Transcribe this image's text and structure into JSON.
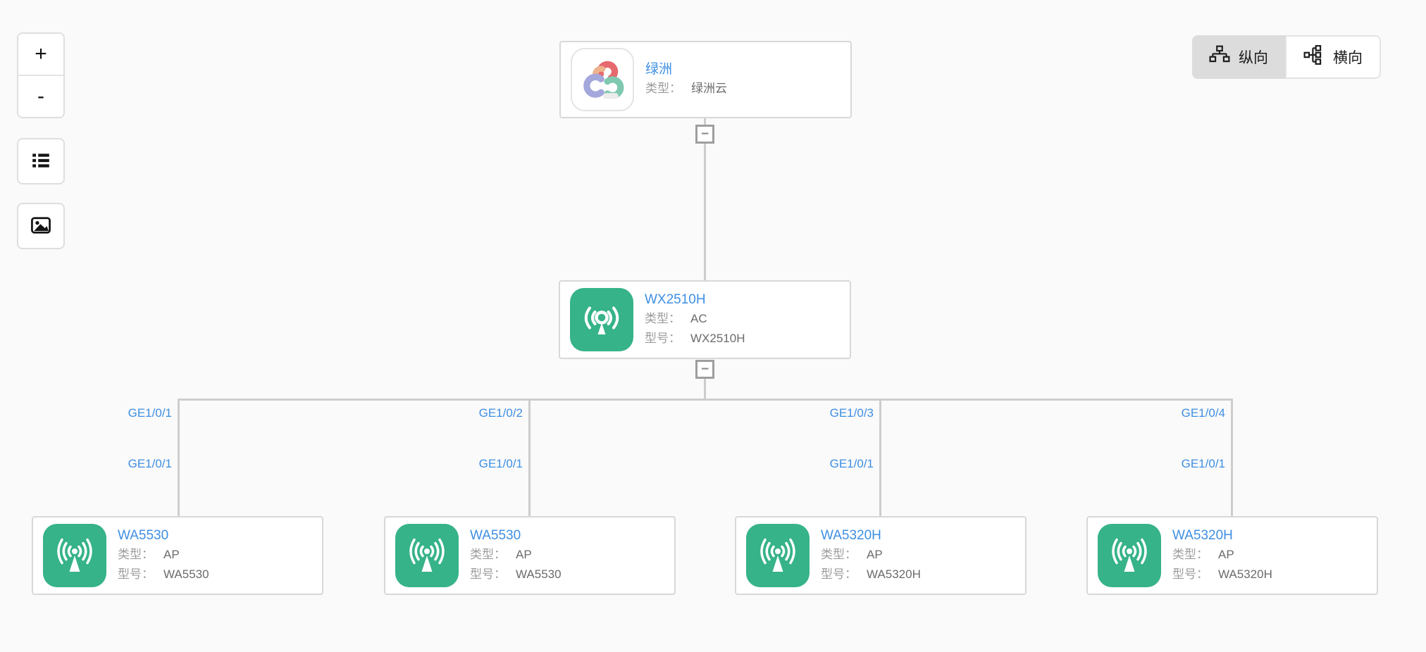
{
  "toolbar": {
    "zoom_in_label": "+",
    "zoom_out_label": "-",
    "list_button_icon": "list-icon",
    "image_button_icon": "image-icon"
  },
  "layout_toggle": {
    "vertical_label": "纵向",
    "horizontal_label": "横向",
    "selected": "纵向",
    "vertical_icon": "vertical-tree-icon",
    "horizontal_icon": "horizontal-tree-icon"
  },
  "labels": {
    "type": "类型：",
    "model": "型号："
  },
  "collapse_glyph": "−",
  "nodes": {
    "cloud": {
      "title": "绿洲",
      "type": "绿洲云",
      "icon": "oasis-cloud-icon"
    },
    "ac": {
      "title": "WX2510H",
      "type": "AC",
      "model": "WX2510H",
      "icon": "wireless-ac-icon"
    },
    "aps": [
      {
        "title": "WA5530",
        "type": "AP",
        "model": "WA5530",
        "icon": "wireless-ap-icon"
      },
      {
        "title": "WA5530",
        "type": "AP",
        "model": "WA5530",
        "icon": "wireless-ap-icon"
      },
      {
        "title": "WA5320H",
        "type": "AP",
        "model": "WA5320H",
        "icon": "wireless-ap-icon"
      },
      {
        "title": "WA5320H",
        "type": "AP",
        "model": "WA5320H",
        "icon": "wireless-ap-icon"
      }
    ]
  },
  "links": [
    {
      "ac_port": "GE1/0/1",
      "ap_port": "GE1/0/1"
    },
    {
      "ac_port": "GE1/0/2",
      "ap_port": "GE1/0/1"
    },
    {
      "ac_port": "GE1/0/3",
      "ap_port": "GE1/0/1"
    },
    {
      "ac_port": "GE1/0/4",
      "ap_port": "GE1/0/1"
    }
  ],
  "colors": {
    "accent_blue": "#3e8fe3",
    "device_green": "#36b388",
    "edge_gray": "#cdcdcd",
    "label_gray": "#9c9c9c",
    "value_gray": "#6b6b6b",
    "selected_toggle_bg": "#dcdcdc",
    "background": "#fafafa"
  }
}
